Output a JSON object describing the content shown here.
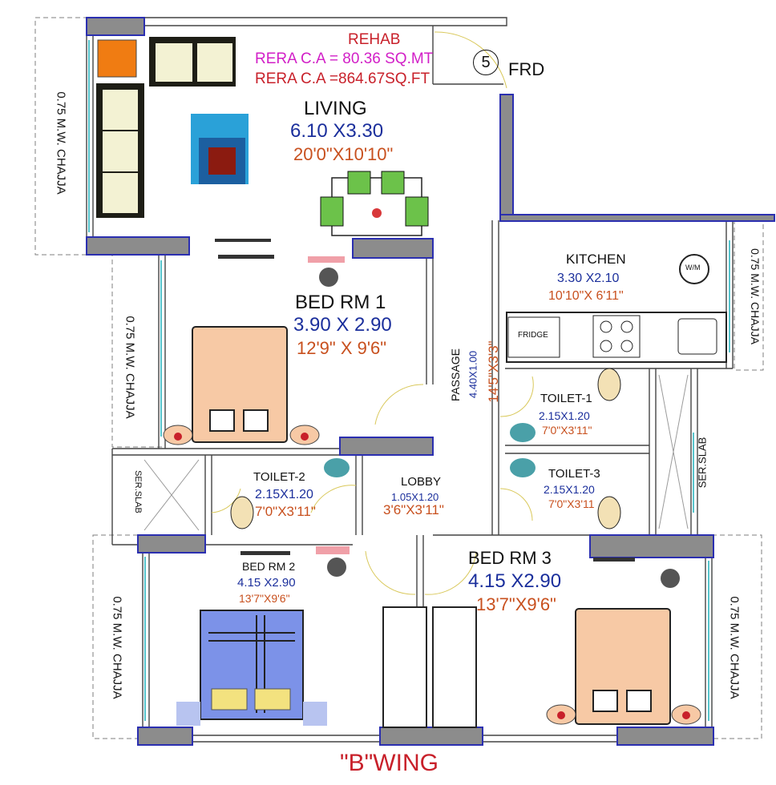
{
  "header": {
    "rehab": "REHAB",
    "rera_sqm": "RERA C.A = 80.36 SQ.MT",
    "rera_sqft": "RERA C.A =864.67SQ.FT",
    "flat_no": "5",
    "flat_type": "FRD"
  },
  "rooms": {
    "living": {
      "name": "LIVING",
      "metric": "6.10 X3.30",
      "imperial": "20'0\"X10'10\""
    },
    "bed1": {
      "name": "BED RM 1",
      "metric": "3.90 X 2.90",
      "imperial": "12'9\" X 9'6\""
    },
    "kitchen": {
      "name": "KITCHEN",
      "metric": "3.30 X2.10",
      "imperial": "10'10\"X 6'11\""
    },
    "fridge": "FRIDGE",
    "wm": "W/M",
    "passage": {
      "name": "PASSAGE",
      "metric": "4.40X1.00",
      "imperial": "14'5\"X3'3\""
    },
    "toilet1": {
      "name": "TOILET-1",
      "metric": "2.15X1.20",
      "imperial": "7'0\"X3'11\""
    },
    "toilet2": {
      "name": "TOILET-2",
      "metric": "2.15X1.20",
      "imperial": "7'0\"X3'11\""
    },
    "toilet3": {
      "name": "TOILET-3",
      "metric": "2.15X1.20",
      "imperial": "7'0\"X3'11"
    },
    "lobby": {
      "name": "LOBBY",
      "metric": "1.05X1.20",
      "imperial": "3'6\"X3'11\""
    },
    "bed2": {
      "name": "BED RM 2",
      "metric": "4.15 X2.90",
      "imperial": "13'7\"X9'6\""
    },
    "bed3": {
      "name": "BED RM 3",
      "metric": "4.15 X2.90",
      "imperial": "13'7\"X9'6\""
    },
    "ser_slab": "SER.SLAB"
  },
  "chajja": "0.75 M.W. CHAJJA",
  "footer": {
    "wing": "\"B\"WING"
  }
}
